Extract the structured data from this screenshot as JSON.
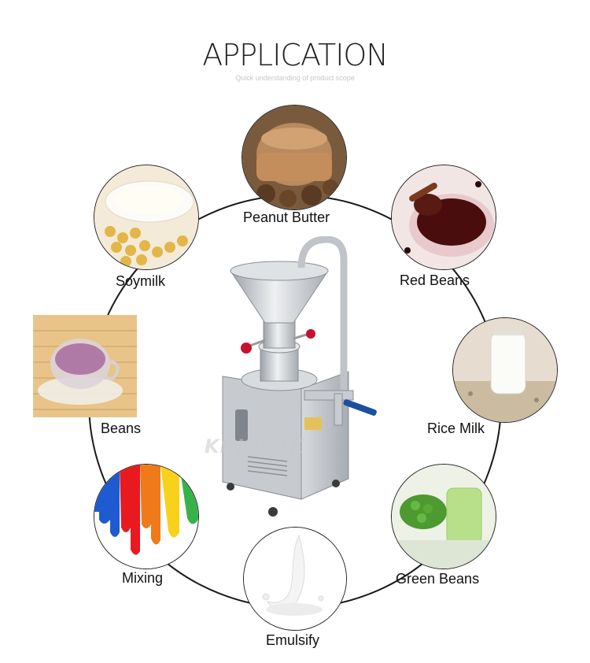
{
  "header": {
    "title": "APPLICATION",
    "subtitle": "Quick understanding of product scope"
  },
  "watermark": "KINGPAK",
  "applications": [
    {
      "id": "peanut-butter",
      "label": "Peanut Butter",
      "icon": "peanut-butter-jar-icon"
    },
    {
      "id": "red-beans",
      "label": "Red Beans",
      "icon": "red-bean-paste-icon"
    },
    {
      "id": "rice-milk",
      "label": "Rice Milk",
      "icon": "rice-milk-bottle-icon"
    },
    {
      "id": "green-beans",
      "label": "Green Beans",
      "icon": "green-bean-juice-icon"
    },
    {
      "id": "emulsify",
      "label": "Emulsify",
      "icon": "milk-splash-icon"
    },
    {
      "id": "mixing",
      "label": "Mixing",
      "icon": "paint-drip-icon"
    },
    {
      "id": "beans",
      "label": "Beans",
      "icon": "purple-drink-cup-icon"
    },
    {
      "id": "soymilk",
      "label": "Soymilk",
      "icon": "soymilk-bowl-icon"
    }
  ],
  "colors": {
    "ring": "#1a1a1a",
    "steel": "#c9ccd0",
    "accent_red": "#c8102e",
    "accent_blue": "#1c4fa0"
  }
}
